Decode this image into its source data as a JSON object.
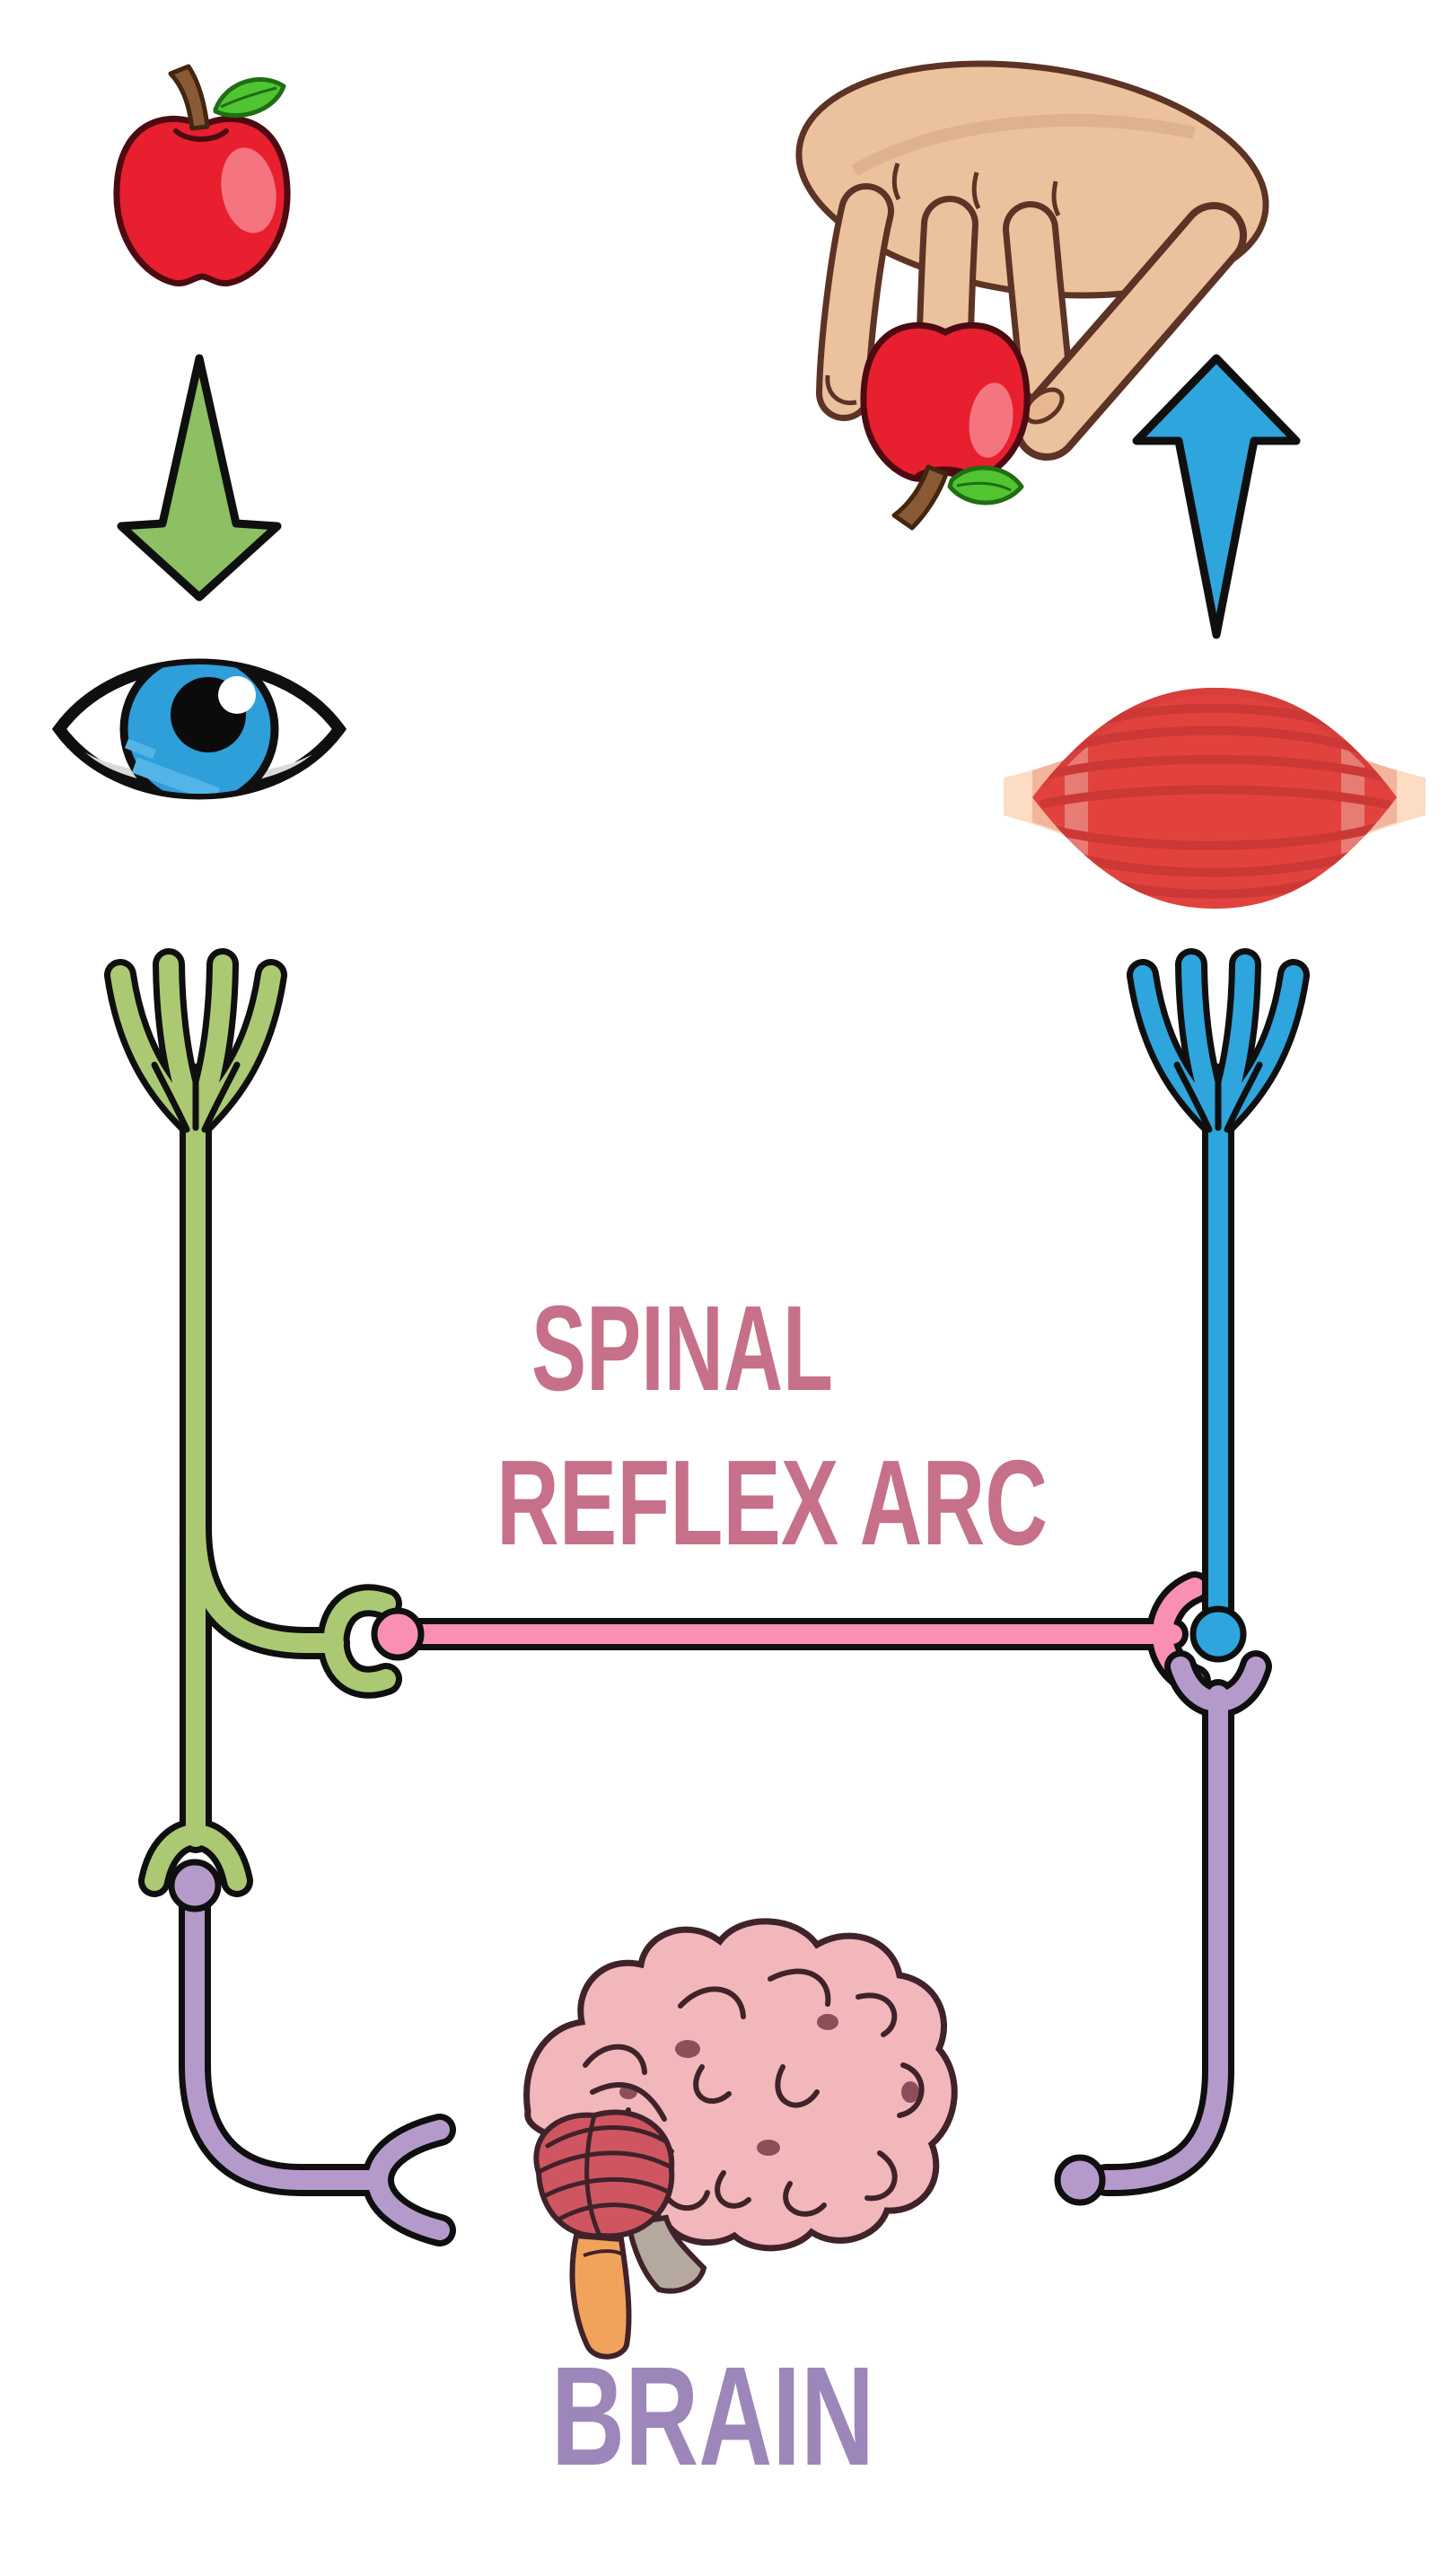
{
  "diagram": {
    "title": {
      "line1": "SPINAL",
      "line2": "REFLEX ARC"
    },
    "brain_label": "BRAIN",
    "colors": {
      "title_text": "#c6708a",
      "brain_text": "#9d86b9",
      "sensory_neuron": "#abc973",
      "interneuron": "#fa8fb4",
      "motor_neuron": "#2ea5dc",
      "pathway_neuron": "#b49aca",
      "stimulus_arrow": "#8cc063",
      "response_arrow": "#2ea5dc",
      "outline": "#0f0f0f",
      "apple_red": "#e81f2e",
      "muscle_red": "#e2423d",
      "brain_pink": "#f2b7bb",
      "skin": "#ecc19e"
    },
    "icons": [
      {
        "name": "apple-icon",
        "meaning": "stimulus (apple seen)"
      },
      {
        "name": "down-arrow-icon",
        "meaning": "stimulus goes to receptor"
      },
      {
        "name": "eye-icon",
        "meaning": "receptor (eye)"
      },
      {
        "name": "hand-holding-apple-icon",
        "meaning": "response (hand grabs apple)"
      },
      {
        "name": "up-arrow-icon",
        "meaning": "effector produces response"
      },
      {
        "name": "muscle-icon",
        "meaning": "effector (muscle)"
      },
      {
        "name": "sensory-neuron-icon",
        "meaning": "afferent neuron"
      },
      {
        "name": "interneuron-icon",
        "meaning": "relay neuron in spinal cord"
      },
      {
        "name": "motor-neuron-icon",
        "meaning": "efferent neuron"
      },
      {
        "name": "ascending-pathway-neuron-icon",
        "meaning": "signal to brain"
      },
      {
        "name": "descending-pathway-neuron-icon",
        "meaning": "signal from brain"
      },
      {
        "name": "brain-icon",
        "meaning": "brain"
      }
    ]
  }
}
